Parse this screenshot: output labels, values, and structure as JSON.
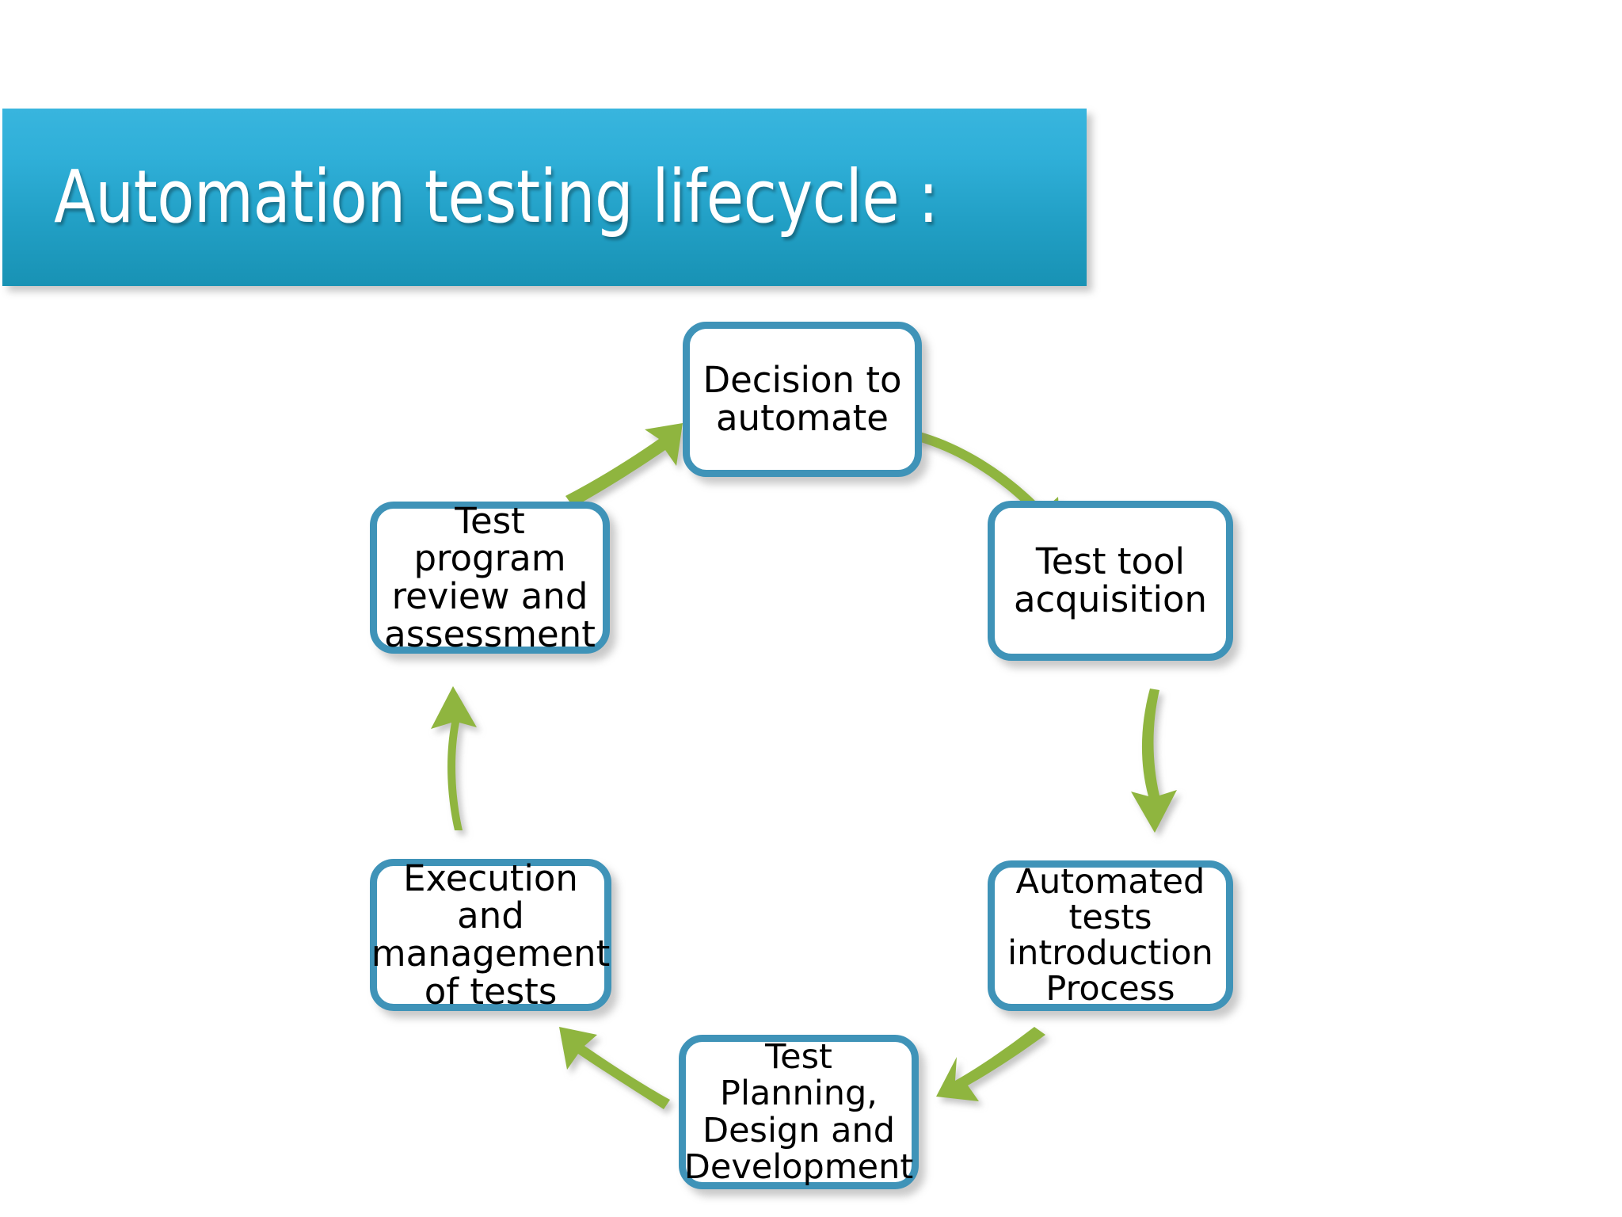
{
  "slide": {
    "title": "Automation testing lifecycle :",
    "background_color": "#ffffff"
  },
  "theme": {
    "banner_gradient_top": "#38B5DE",
    "banner_gradient_bottom": "#1892B4",
    "banner_text_color": "#ffffff",
    "box_border_color": "#3F93B8",
    "box_fill_color": "#ffffff",
    "box_text_color": "#000000",
    "arrow_color": "#8FB53F"
  },
  "diagram": {
    "type": "cycle",
    "nodes": [
      {
        "id": "decision",
        "label": "Decision to\nautomate",
        "position": "top"
      },
      {
        "id": "tool",
        "label": "Test tool\nacquisition",
        "position": "upper-right"
      },
      {
        "id": "automated",
        "label": "Automated\ntests\nintroduction\nProcess",
        "position": "lower-right"
      },
      {
        "id": "planning",
        "label": "Test Planning,\nDesign and\nDevelopment",
        "position": "bottom"
      },
      {
        "id": "execution",
        "label": "Execution and\nmanagement\nof tests",
        "position": "lower-left"
      },
      {
        "id": "review",
        "label": "Test program\nreview and\nassessment",
        "position": "upper-left"
      }
    ],
    "edges": [
      {
        "id": "edge-decision-tool",
        "from": "decision",
        "to": "tool",
        "direction": "down-right"
      },
      {
        "id": "edge-tool-automated",
        "from": "tool",
        "to": "automated",
        "direction": "down"
      },
      {
        "id": "edge-automated-planning",
        "from": "automated",
        "to": "planning",
        "direction": "down-left"
      },
      {
        "id": "edge-planning-execution",
        "from": "planning",
        "to": "execution",
        "direction": "up-left"
      },
      {
        "id": "edge-execution-review",
        "from": "execution",
        "to": "review",
        "direction": "up"
      },
      {
        "id": "edge-review-decision",
        "from": "review",
        "to": "decision",
        "direction": "up-right"
      }
    ]
  }
}
